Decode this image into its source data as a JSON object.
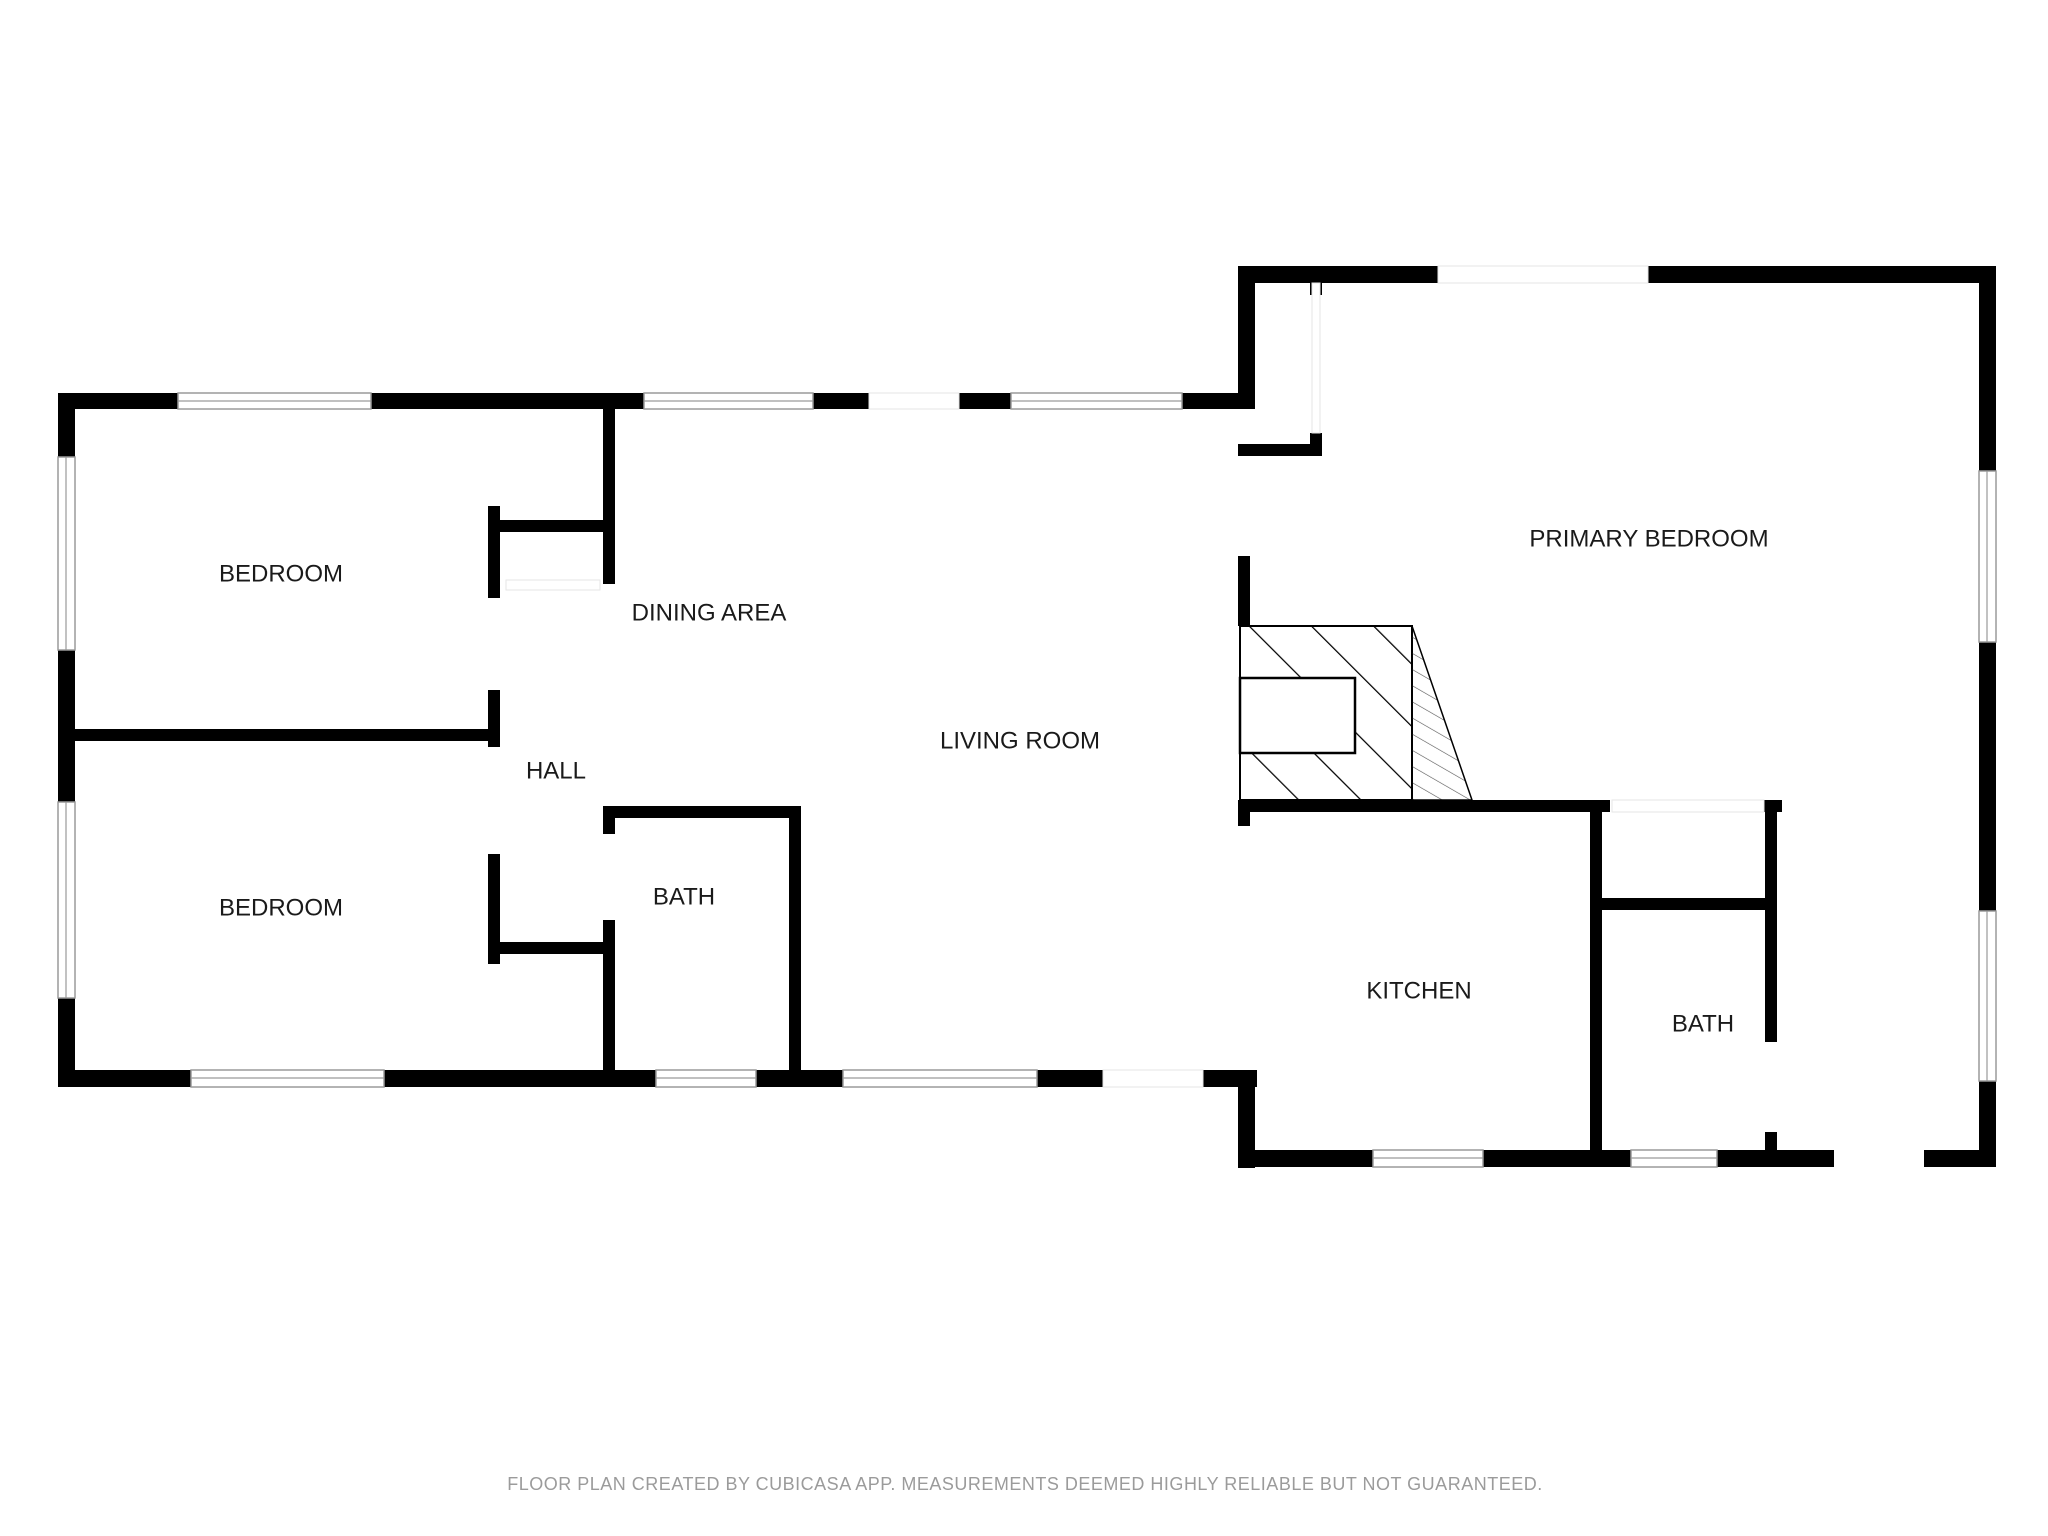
{
  "rooms": {
    "bedroom_upper": "BEDROOM",
    "bedroom_lower": "BEDROOM",
    "hall": "HALL",
    "dining_area": "DINING AREA",
    "living_room": "LIVING ROOM",
    "bath_left": "BATH",
    "primary_bedroom": "PRIMARY BEDROOM",
    "kitchen": "KITCHEN",
    "bath_right": "BATH"
  },
  "footer": {
    "disclaimer": "FLOOR PLAN CREATED BY CUBICASA APP. MEASUREMENTS DEEMED HIGHLY RELIABLE BUT NOT GUARANTEED."
  },
  "colors": {
    "wall": "#000000",
    "background": "#ffffff",
    "footer_text": "#9b9b9b"
  }
}
